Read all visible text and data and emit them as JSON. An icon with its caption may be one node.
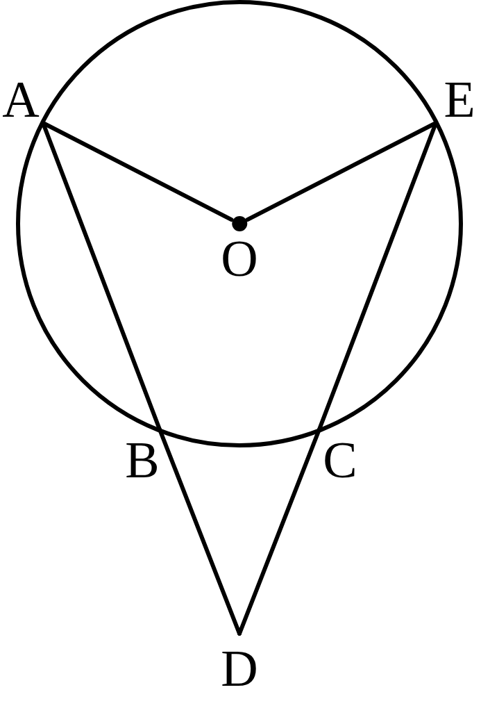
{
  "diagram": {
    "nodes": [
      {
        "text": [
          "A"
        ]
      },
      {
        "text": [
          "E"
        ]
      },
      {
        "text": [
          "O"
        ]
      },
      {
        "text": [
          "B"
        ]
      },
      {
        "text": [
          "C"
        ]
      },
      {
        "text": [
          "D"
        ]
      }
    ],
    "edges": [
      {
        "from": 0,
        "to": 2,
        "arrow": "none"
      },
      {
        "from": 2,
        "to": 1,
        "arrow": "none"
      },
      {
        "from": 0,
        "to": 3,
        "arrow": "none"
      },
      {
        "from": 3,
        "to": 5,
        "arrow": "none"
      },
      {
        "from": 1,
        "to": 4,
        "arrow": "none"
      },
      {
        "from": 4,
        "to": 5,
        "arrow": "none"
      }
    ]
  }
}
